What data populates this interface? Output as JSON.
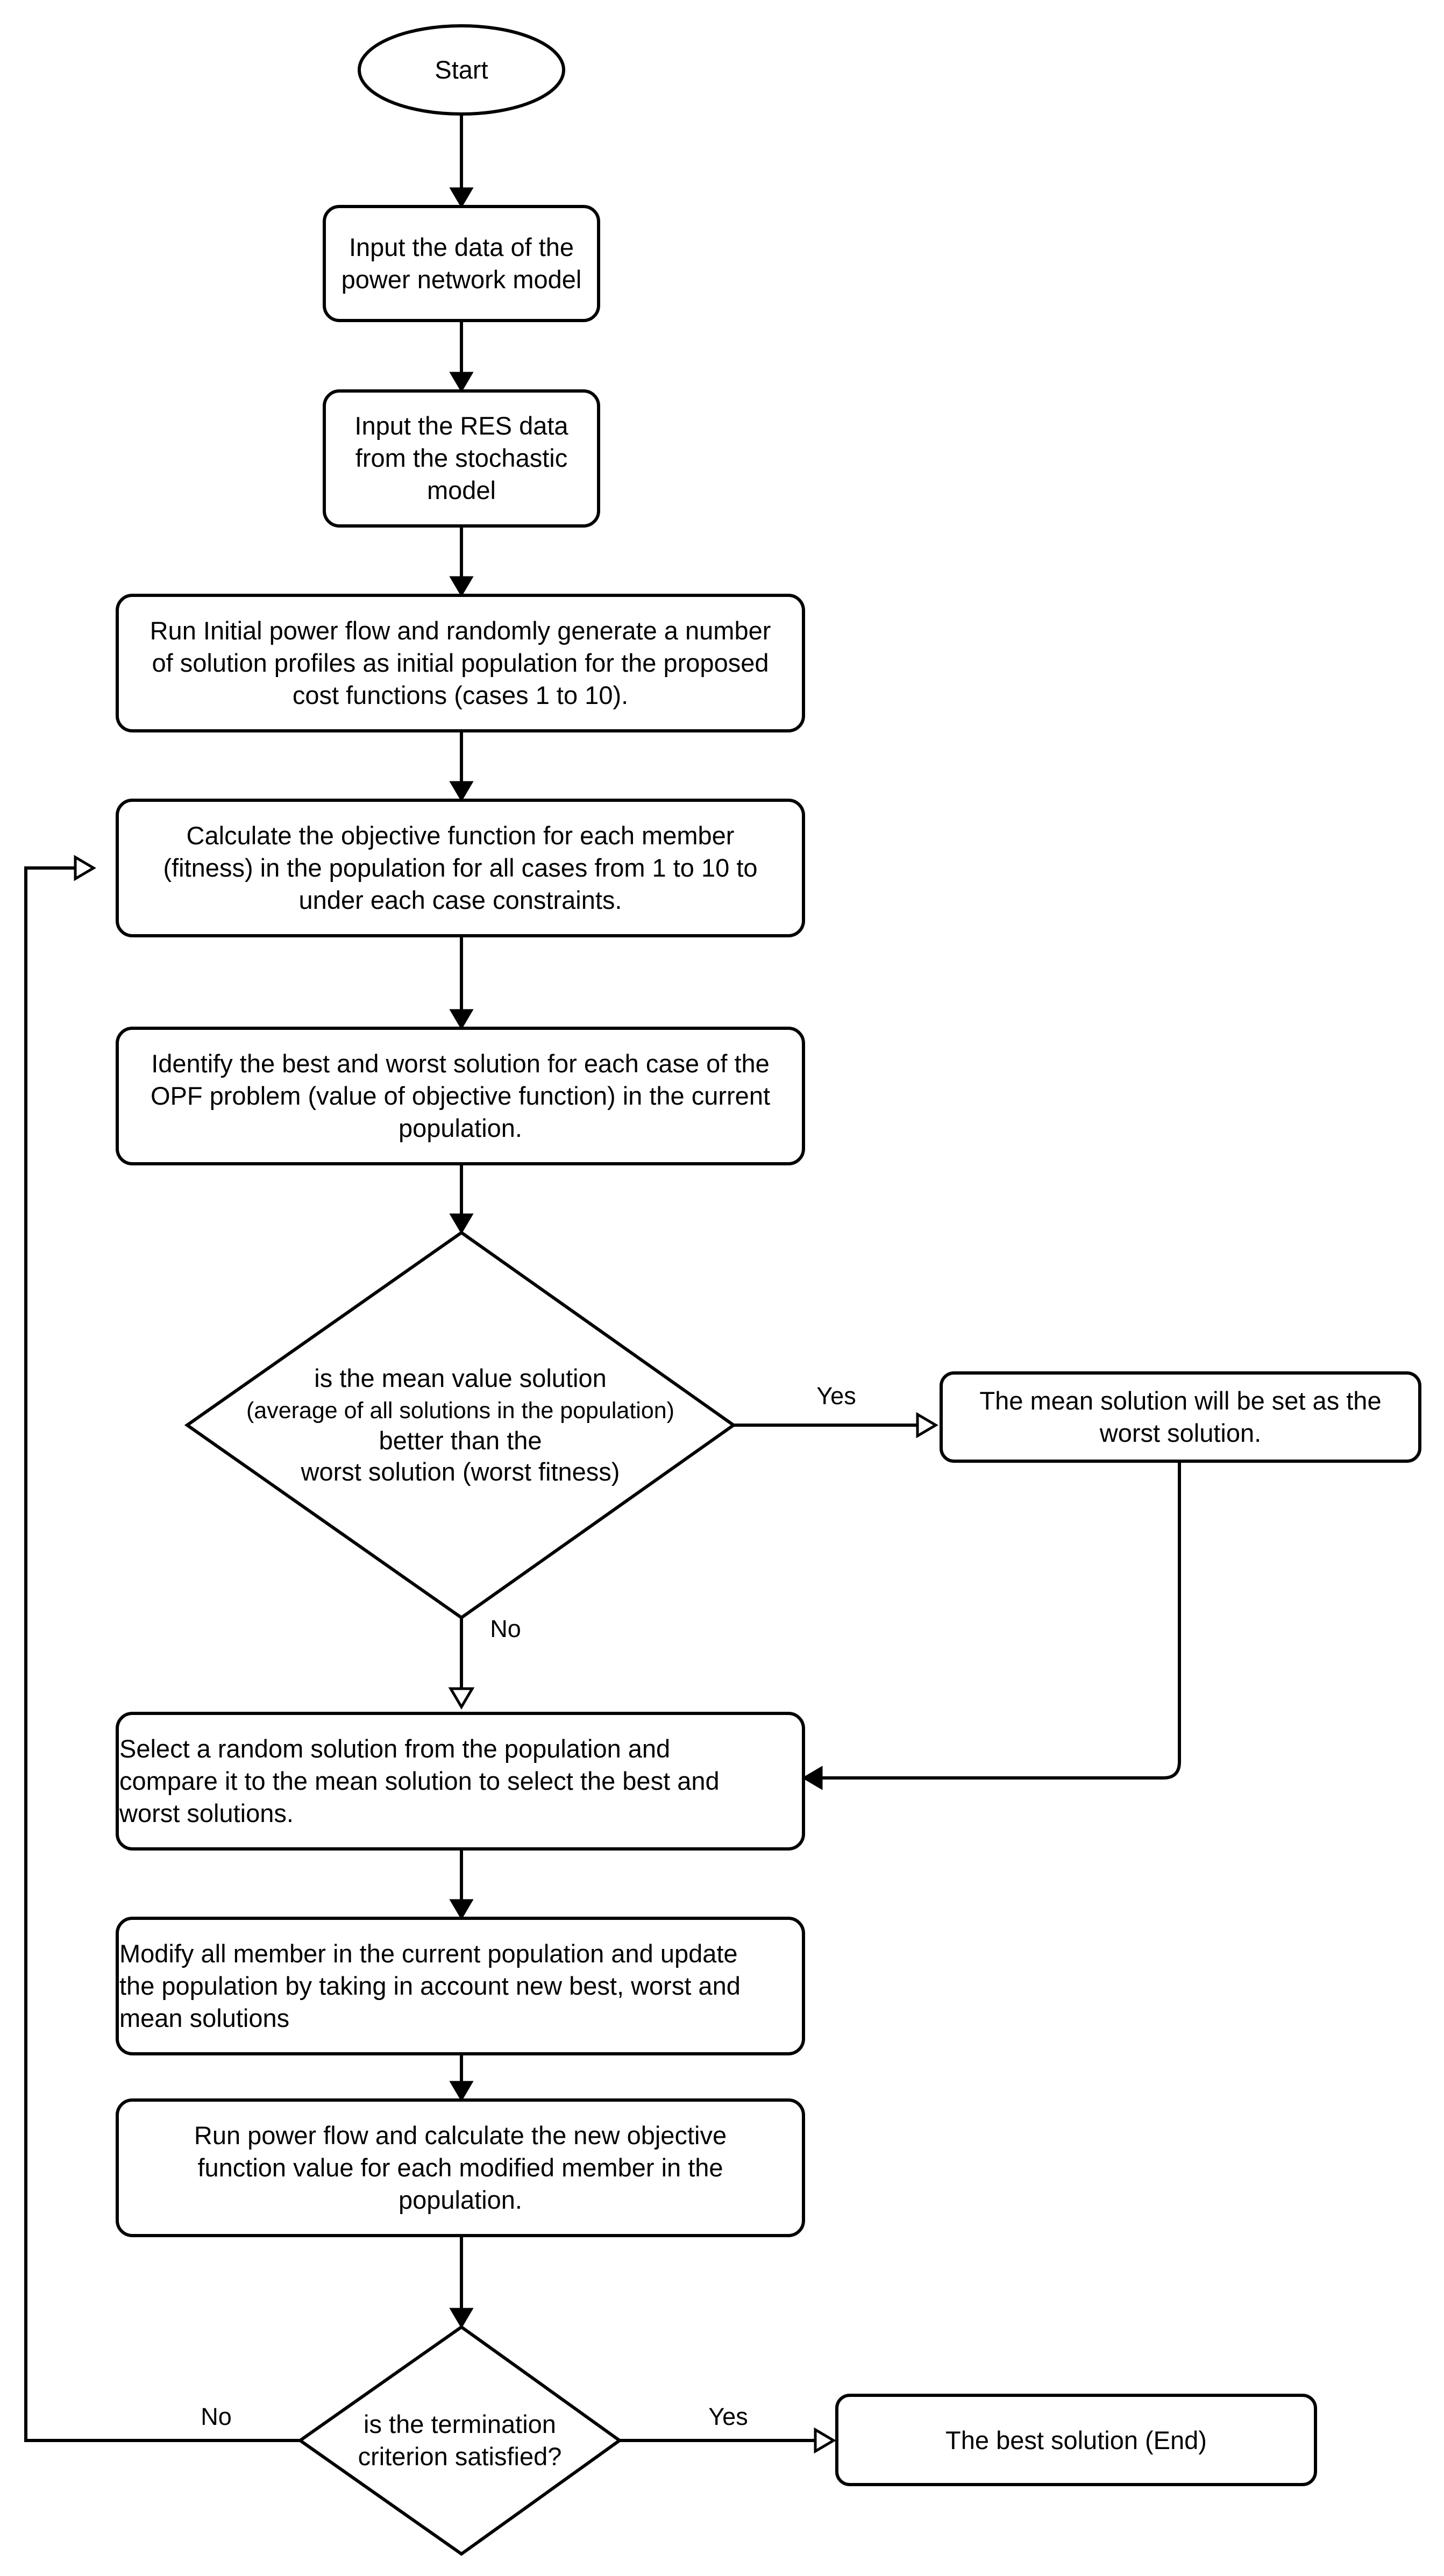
{
  "diagram": {
    "nodes": {
      "start": {
        "lines": [
          "Start"
        ]
      },
      "input_network": {
        "lines": [
          "Input the data of the",
          "power network model"
        ]
      },
      "input_res": {
        "lines": [
          "Input the RES data",
          "from the stochastic",
          "model"
        ]
      },
      "initial_flow": {
        "lines": [
          "Run Initial power flow and randomly generate a number",
          "of solution profiles as initial population for the proposed",
          "cost functions (cases 1 to 10)."
        ]
      },
      "calc_objective": {
        "lines": [
          "Calculate the objective function for each member",
          "(fitness) in the population for all cases from 1 to 10 to",
          "under each case constraints."
        ]
      },
      "identify_best_worst": {
        "lines": [
          "Identify the best and worst solution for each case of the",
          "OPF problem (value of objective function) in the current",
          "population."
        ]
      },
      "mean_decision": {
        "lines": [
          "is the mean value solution",
          "(average of all solutions in the population)",
          "better than the",
          "worst solution (worst fitness)"
        ]
      },
      "mean_set_worst": {
        "lines": [
          "The mean solution will be set as the",
          "worst solution."
        ]
      },
      "select_random": {
        "lines": [
          "Select  a  random  solution  from  the  population  and",
          "compare it to the mean solution to select the best and",
          "worst solutions."
        ]
      },
      "modify_members": {
        "lines": [
          "Modify all member in the current population and update",
          "the population by taking in account new best, worst and",
          "mean solutions"
        ]
      },
      "run_power_flow": {
        "lines": [
          "Run power flow and calculate the new objective",
          "function value for each modified member  in the",
          "population."
        ]
      },
      "termination_decision": {
        "lines": [
          "is the termination",
          "criterion satisfied?"
        ]
      },
      "best_solution_end": {
        "lines": [
          "The best solution (End)"
        ]
      }
    },
    "edge_labels": {
      "mean_yes": "Yes",
      "mean_no": "No",
      "termination_no": "No",
      "termination_yes": "Yes"
    }
  }
}
